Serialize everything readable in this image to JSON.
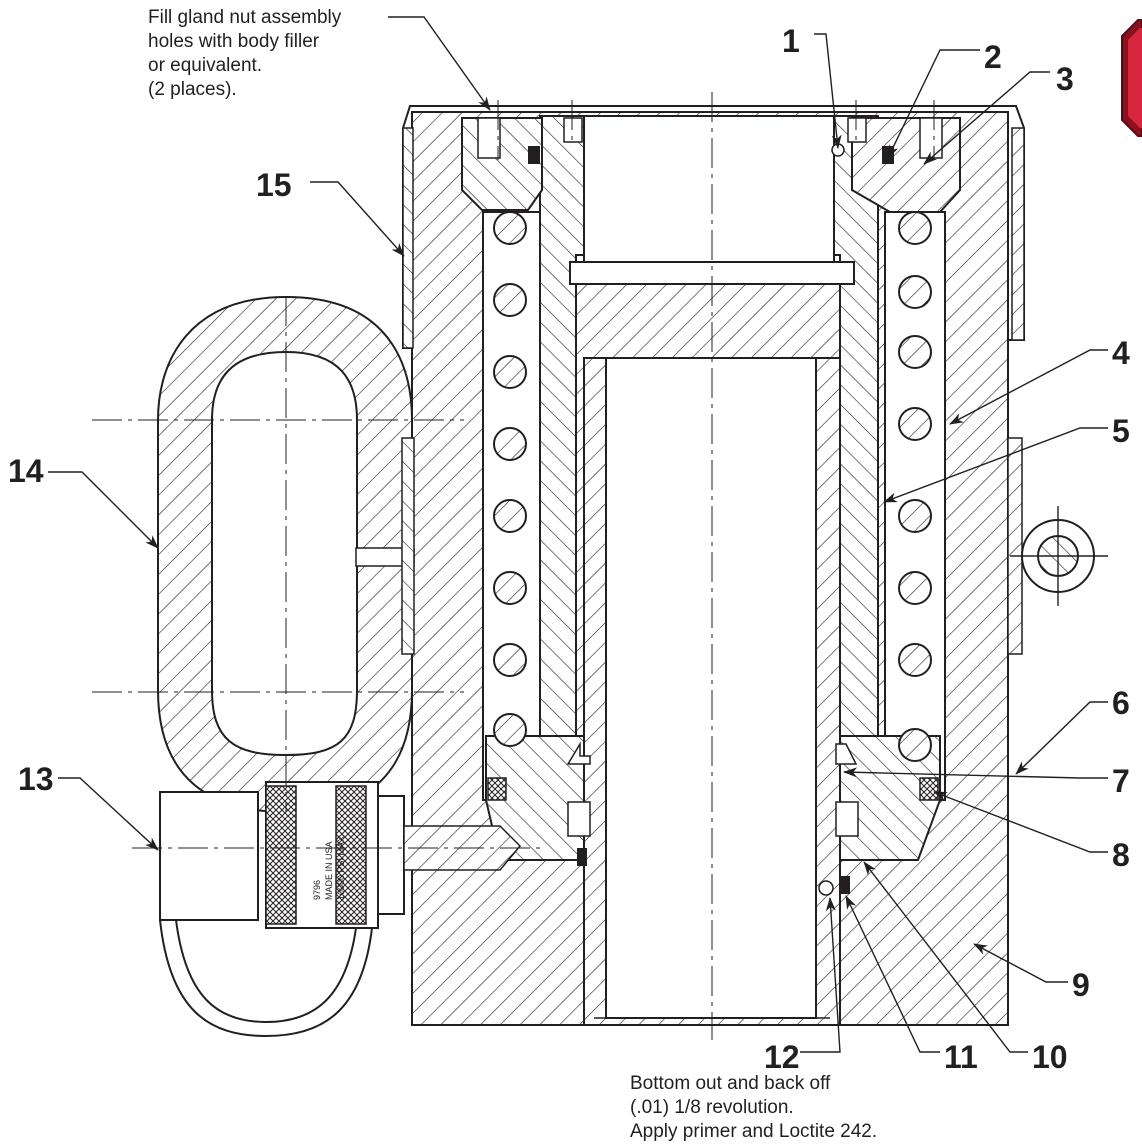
{
  "notes": {
    "top_left": [
      "Fill gland nut assembly",
      "holes with body filler",
      "or equivalent.",
      "(2 places)."
    ],
    "bottom": [
      "Bottom out and back off",
      "(.01) 1/8 revolution.",
      "Apply primer and Loctite 242."
    ]
  },
  "callouts": [
    "1",
    "2",
    "3",
    "4",
    "5",
    "6",
    "7",
    "8",
    "9",
    "10",
    "11",
    "12",
    "13",
    "14",
    "15"
  ],
  "coupler_stamp": [
    "9796",
    "MADE IN USA",
    "10000 PSI MAX"
  ],
  "colors": {
    "ink": "#231f20",
    "logo_red": "#d7263d",
    "logo_edge": "#8b1020"
  },
  "logo_icon": "red-gem-icon"
}
